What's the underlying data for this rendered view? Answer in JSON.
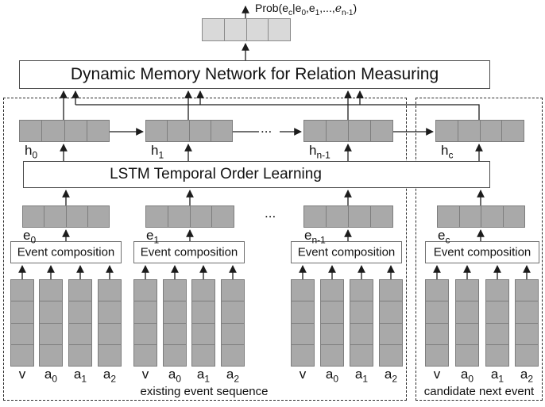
{
  "colors": {
    "vector_fill": "#a9a9a9",
    "output_vector_fill": "#d9d9d9",
    "vector_border": "#7d7d7d",
    "line": "#1c1c1c"
  },
  "prob_label": {
    "t1": "Prob(e",
    "s1": "c",
    "t2": "|e",
    "s2": "0",
    "t3": ",e",
    "s3": "1",
    "t4": ",...,",
    "t5": "e",
    "s5": "n-1",
    "t6": ")"
  },
  "dmn": {
    "label": "Dynamic Memory Network for Relation Measuring"
  },
  "lstm": {
    "label": "LSTM Temporal Order Learning"
  },
  "event_composition_label": "Event composition",
  "dots": "...",
  "hidden_states": [
    {
      "base": "h",
      "sub": "0"
    },
    {
      "base": "h",
      "sub": "1"
    },
    {
      "base": "h",
      "sub": "n-1"
    },
    {
      "base": "h",
      "sub": "c"
    }
  ],
  "embeddings": [
    {
      "base": "e",
      "sub": "0"
    },
    {
      "base": "e",
      "sub": "1"
    },
    {
      "base": "e",
      "sub": "n-1"
    },
    {
      "base": "e",
      "sub": "c"
    }
  ],
  "arg_labels": [
    {
      "base": "v",
      "sub": ""
    },
    {
      "base": "a",
      "sub": "0"
    },
    {
      "base": "a",
      "sub": "1"
    },
    {
      "base": "a",
      "sub": "2"
    }
  ],
  "captions": {
    "existing": "existing event sequence",
    "candidate": "candidate next event"
  }
}
